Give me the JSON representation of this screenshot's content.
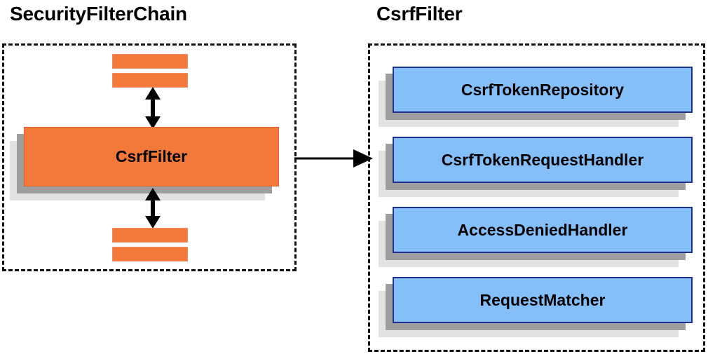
{
  "diagram": {
    "title_left": "SecurityFilterChain",
    "title_right": "CsrfFilter",
    "colors": {
      "component_blue": "#85bff9",
      "component_blue_border": "#1f2f8f",
      "filter_orange": "#f3793a",
      "shadow_dark": "#9e9e9e",
      "shadow_light": "#e2e2e2",
      "outline": "#111111",
      "arrow": "#000000"
    }
  },
  "left_panel": {
    "title": "SecurityFilterChain",
    "highlighted_filter": "CsrfFilter",
    "stub_filters_above": [
      "",
      ""
    ],
    "stub_filters_below": [
      "",
      ""
    ],
    "arrow_above": "double-headed-vertical-arrow",
    "arrow_below": "double-headed-vertical-arrow"
  },
  "connector": {
    "name": "right-arrow",
    "label": "",
    "from": "CsrfFilter",
    "to": "CsrfFilter collaborators"
  },
  "right_panel": {
    "title": "CsrfFilter",
    "components": [
      {
        "label": "CsrfTokenRepository"
      },
      {
        "label": "CsrfTokenRequestHandler"
      },
      {
        "label": "AccessDeniedHandler"
      },
      {
        "label": "RequestMatcher"
      }
    ]
  }
}
